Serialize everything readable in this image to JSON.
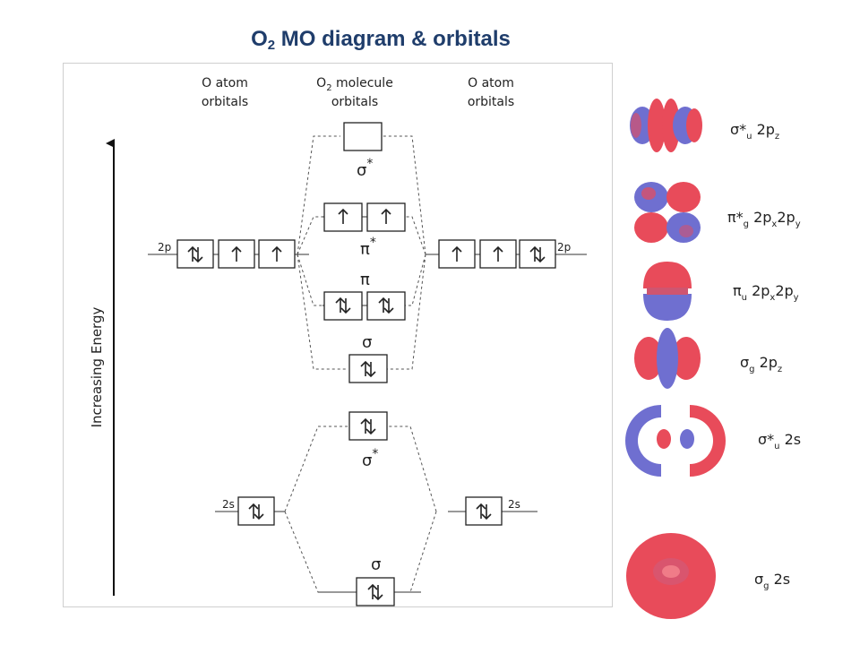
{
  "title": {
    "main": "O",
    "sub": "2",
    "rest": " MO diagram & orbitals"
  },
  "headers": {
    "left_line1": "O atom",
    "left_line2": "orbitals",
    "mid_line1": "O",
    "mid_sub": "2",
    "mid_line1_rest": " molecule",
    "mid_line2": "orbitals",
    "right_line1": "O atom",
    "right_line2": "orbitals"
  },
  "energy_axis_label": "Increasing Energy",
  "atomic_labels": {
    "left_2p": "2p",
    "right_2p": "2p",
    "left_2s": "2s",
    "right_2s": "2s"
  },
  "mo_labels": {
    "sigma_star_2p": "σ",
    "star": "*",
    "pi_star_2p": "π",
    "pi_2p": "π",
    "sigma_2p": "σ",
    "sigma_star_2s": "σ",
    "sigma_2s": "σ"
  },
  "electron_config": {
    "left_2p": [
      "up-down",
      "up",
      "up"
    ],
    "right_2p": [
      "up",
      "up",
      "up-down"
    ],
    "left_2s": [
      "up-down"
    ],
    "right_2s": [
      "up-down"
    ],
    "sigma_star_2p": [
      "empty"
    ],
    "pi_star_2p": [
      "up",
      "up"
    ],
    "pi_2p": [
      "up-down",
      "up-down"
    ],
    "sigma_2p": [
      "up-down"
    ],
    "sigma_star_2s": [
      "up-down"
    ],
    "sigma_2s": [
      "up-down"
    ]
  },
  "orbital_images": [
    {
      "icon": "sigma-star-u-2pz-lobes",
      "label": "σ*",
      "sub": "u",
      "name": " 2p",
      "name_sub": "z"
    },
    {
      "icon": "pi-star-g-2px2py-lobes",
      "label": "π*",
      "sub": "g",
      "name": " 2p",
      "name_sub": "x",
      "name2": "2p",
      "name2_sub": "y"
    },
    {
      "icon": "pi-u-2px2py-lobes",
      "label": "π",
      "sub": "u",
      "name": " 2p",
      "name_sub": "x",
      "name2": "2p",
      "name2_sub": "y"
    },
    {
      "icon": "sigma-g-2pz-lobes",
      "label": "σ",
      "sub": "g",
      "name": " 2p",
      "name_sub": "z"
    },
    {
      "icon": "sigma-star-u-2s-lobes",
      "label": "σ*",
      "sub": "u",
      "name": " 2s"
    },
    {
      "icon": "sigma-g-2s-lobes",
      "label": "σ",
      "sub": "g",
      "name": " 2s"
    }
  ],
  "colors": {
    "title": "#1f3d6b",
    "lobe_red": "#e84b5a",
    "lobe_blue": "#6f6fd0"
  }
}
